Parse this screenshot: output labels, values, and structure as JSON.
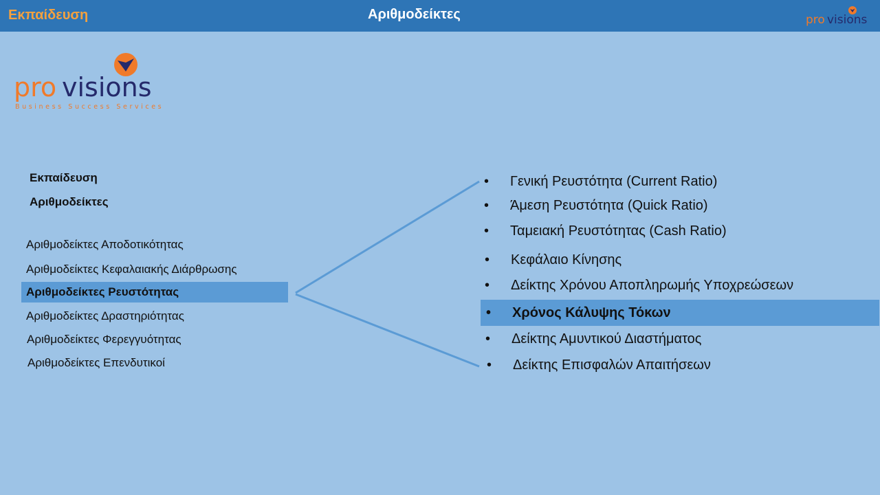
{
  "header": {
    "left_label": "Εκπαίδευση",
    "title": "Αριθμοδείκτες",
    "logo_text_pro": "pro",
    "logo_text_visions": "visions"
  },
  "brand": {
    "logo_text_pro": "pro",
    "logo_text_visions": "visions",
    "tagline": "Business Success Services",
    "colors": {
      "orange": "#f07a2a",
      "navy": "#252a6b",
      "header_blue": "#2e75b6",
      "background": "#9dc3e6",
      "highlight": "#5b9bd5"
    }
  },
  "breadcrumb": {
    "level1": "Εκπαίδευση",
    "level2": "Αριθμοδείκτες"
  },
  "categories": [
    {
      "label": "Αριθμοδείκτες Αποδοτικότητας",
      "selected": false
    },
    {
      "label": "Αριθμοδείκτες Κεφαλαιακής Διάρθρωσης",
      "selected": false
    },
    {
      "label": "Αριθμοδείκτες Ρευστότητας",
      "selected": true
    },
    {
      "label": "Αριθμοδείκτες Δραστηριότητας",
      "selected": false
    },
    {
      "label": "Αριθμοδείκτες Φερεγγυότητας",
      "selected": false
    },
    {
      "label": "Αριθμοδείκτες Επενδυτικοί",
      "selected": false
    }
  ],
  "subitems": [
    {
      "label": "Γενική Ρευστότητα  (Current Ratio)",
      "selected": false
    },
    {
      "label": "Άμεση Ρευστότητα  (Quick Ratio)",
      "selected": false
    },
    {
      "label": "Ταμειακή Ρευστότητας  (Cash Ratio)",
      "selected": false
    },
    {
      "label": "Κεφάλαιο Κίνησης",
      "selected": false
    },
    {
      "label": "Δείκτης Χρόνου Αποπληρωμής Υποχρεώσεων",
      "selected": false
    },
    {
      "label": "Χρόνος Κάλυψης Τόκων",
      "selected": true
    },
    {
      "label": "Δείκτης Αμυντικού Διαστήματος",
      "selected": false
    },
    {
      "label": "Δείκτης Επισφαλών Απαιτήσεων",
      "selected": false
    }
  ],
  "bullet_char": "•"
}
